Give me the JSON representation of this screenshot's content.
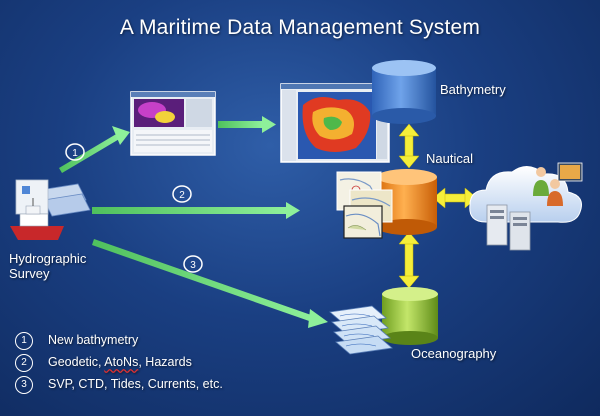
{
  "title": "A Maritime Data Management System",
  "nodes": {
    "bathymetry": "Bathymetry",
    "nautical": "Nautical",
    "oceanography": "Oceanography",
    "hydrographic_line1": "Hydrographic",
    "hydrographic_line2": "Survey"
  },
  "flows": [
    {
      "number": "1",
      "label": "New bathymetry"
    },
    {
      "number": "2",
      "label": "Geodetic, AtoNs, Hazards"
    },
    {
      "number": "3",
      "label": "SVP, CTD, Tides, Currents, etc."
    }
  ],
  "legend_spellcheck_word": "AtoNs",
  "colors": {
    "background": "#1a3f82",
    "flow_arrow": "#6ee07a",
    "link_arrow": "#f5ee3a",
    "db_bathymetry": "#4f86d6",
    "db_nautical": "#f08a1c",
    "db_oceanography": "#98c83a"
  },
  "icons": [
    "survey-ship-icon",
    "cloud-icon",
    "server-icon",
    "users-icon",
    "chart-layers-icon",
    "ocean-layers-icon"
  ]
}
